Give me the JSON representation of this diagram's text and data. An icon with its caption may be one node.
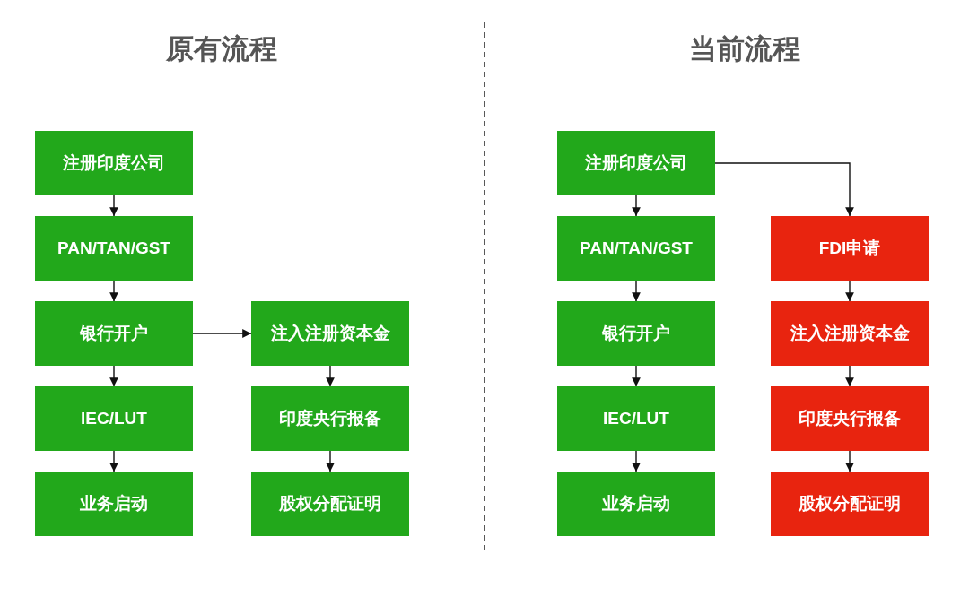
{
  "diagram": {
    "nodes": [
      {
        "text": [
          "注册印度公司"
        ]
      },
      {
        "text": [
          "PAN/TAN/GST"
        ]
      },
      {
        "text": [
          "银行开户"
        ]
      },
      {
        "text": [
          "IEC/LUT"
        ]
      },
      {
        "text": [
          "业务启动"
        ]
      },
      {
        "text": [
          "注入注册资本金"
        ]
      },
      {
        "text": [
          "印度央行报备"
        ]
      },
      {
        "text": [
          "股权分配证明"
        ]
      },
      {
        "text": [
          "注册印度公司"
        ]
      },
      {
        "text": [
          "PAN/TAN/GST"
        ]
      },
      {
        "text": [
          "银行开户"
        ]
      },
      {
        "text": [
          "IEC/LUT"
        ]
      },
      {
        "text": [
          "业务启动"
        ]
      },
      {
        "text": [
          "FDI申请"
        ]
      },
      {
        "text": [
          "注入注册资本金"
        ]
      },
      {
        "text": [
          "印度央行报备"
        ]
      },
      {
        "text": [
          "股权分配证明"
        ]
      }
    ],
    "edges": [
      {
        "from": 0,
        "to": 1,
        "arrow": "to"
      },
      {
        "from": 1,
        "to": 2,
        "arrow": "to"
      },
      {
        "from": 2,
        "to": 3,
        "arrow": "to"
      },
      {
        "from": 3,
        "to": 4,
        "arrow": "to"
      },
      {
        "from": 2,
        "to": 5,
        "arrow": "to"
      },
      {
        "from": 5,
        "to": 6,
        "arrow": "to"
      },
      {
        "from": 6,
        "to": 7,
        "arrow": "to"
      },
      {
        "from": 8,
        "to": 9,
        "arrow": "to"
      },
      {
        "from": 9,
        "to": 10,
        "arrow": "to"
      },
      {
        "from": 10,
        "to": 11,
        "arrow": "to"
      },
      {
        "from": 11,
        "to": 12,
        "arrow": "to"
      },
      {
        "from": 8,
        "to": 13,
        "arrow": "to"
      },
      {
        "from": 13,
        "to": 14,
        "arrow": "to"
      },
      {
        "from": 14,
        "to": 15,
        "arrow": "to"
      },
      {
        "from": 15,
        "to": 16,
        "arrow": "to"
      }
    ],
    "labels": [
      "原有流程",
      "当前流程"
    ]
  }
}
